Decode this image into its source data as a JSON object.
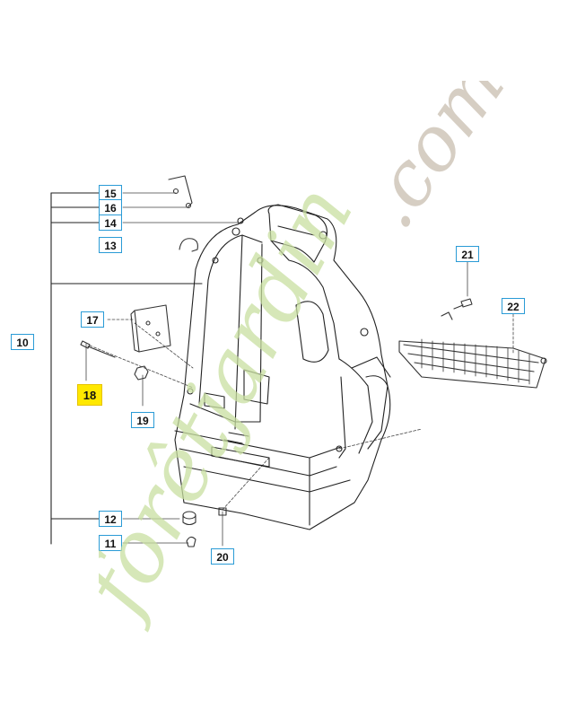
{
  "callouts": {
    "c10": "10",
    "c11": "11",
    "c12": "12",
    "c13": "13",
    "c14": "14",
    "c15": "15",
    "c16": "16",
    "c17": "17",
    "c18": "18",
    "c19": "19",
    "c20": "20",
    "c21": "21",
    "c22": "22"
  },
  "highlight_color": "#ffe800",
  "callout_border_color": "#2a9bd6",
  "watermark": {
    "brand": "forêtjardin.com",
    "color_brand": "#c8dfa0",
    "color_tld": "#cfc6b8"
  }
}
